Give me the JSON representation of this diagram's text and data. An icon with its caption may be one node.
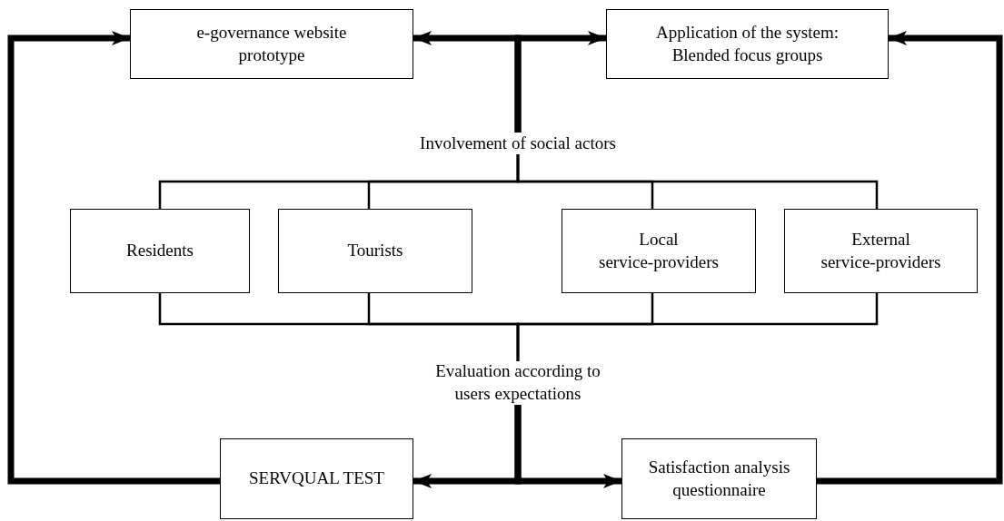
{
  "diagram": {
    "nodes": [
      {
        "text": [
          "e-governance website prototype"
        ]
      },
      {
        "text": [
          "Application of the system: Blended focus groups"
        ]
      },
      {
        "text": [
          "Involvement of social actors"
        ]
      },
      {
        "text": [
          "Residents"
        ]
      },
      {
        "text": [
          "Tourists"
        ]
      },
      {
        "text": [
          "Local service-providers"
        ]
      },
      {
        "text": [
          "External service-providers"
        ]
      },
      {
        "text": [
          "Evaluation according to users expectations"
        ]
      },
      {
        "text": [
          "SERVQUAL TEST"
        ]
      },
      {
        "text": [
          "Satisfaction analysis questionnaire"
        ]
      }
    ],
    "edges": [
      {
        "from": 2,
        "to": 0,
        "arrow": "to",
        "style": "thick"
      },
      {
        "from": 2,
        "to": 1,
        "arrow": "to",
        "style": "thick"
      },
      {
        "from": 2,
        "to": 3,
        "arrow": "none"
      },
      {
        "from": 2,
        "to": 4,
        "arrow": "none"
      },
      {
        "from": 2,
        "to": 5,
        "arrow": "none"
      },
      {
        "from": 2,
        "to": 6,
        "arrow": "none"
      },
      {
        "from": 3,
        "to": 7,
        "arrow": "none"
      },
      {
        "from": 4,
        "to": 7,
        "arrow": "none"
      },
      {
        "from": 5,
        "to": 7,
        "arrow": "none"
      },
      {
        "from": 6,
        "to": 7,
        "arrow": "none"
      },
      {
        "from": 7,
        "to": 8,
        "arrow": "to",
        "style": "thick"
      },
      {
        "from": 7,
        "to": 9,
        "arrow": "to",
        "style": "thick"
      },
      {
        "from": 8,
        "to": 0,
        "arrow": "to",
        "style": "thick"
      },
      {
        "from": 9,
        "to": 1,
        "arrow": "to",
        "style": "thick"
      }
    ]
  }
}
